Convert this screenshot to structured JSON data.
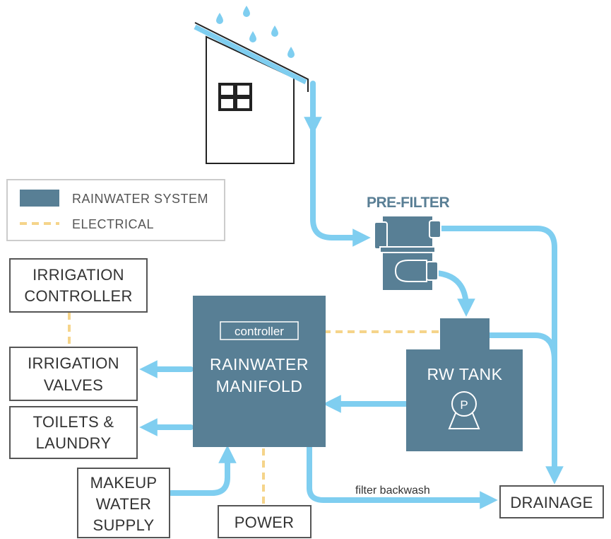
{
  "legend": {
    "rainwater_system": "RAINWATER SYSTEM",
    "electrical": "ELECTRICAL"
  },
  "colors": {
    "rainwater_system": "#587f95",
    "water_flow": "#7fcef0",
    "electrical": "#f5d48a"
  },
  "prefilter": {
    "label": "PRE-FILTER"
  },
  "manifold": {
    "line1": "RAINWATER",
    "line2": "MANIFOLD",
    "controller": "controller"
  },
  "tank": {
    "label": "RW TANK",
    "pump_symbol": "P"
  },
  "boxes": {
    "irrigation_controller": [
      "IRRIGATION",
      "CONTROLLER"
    ],
    "irrigation_valves": [
      "IRRIGATION",
      "VALVES"
    ],
    "toilets_laundry": [
      "TOILETS &",
      "LAUNDRY"
    ],
    "makeup_water": [
      "MAKEUP",
      "WATER",
      "SUPPLY"
    ],
    "power": "POWER",
    "drainage": "DRAINAGE"
  },
  "flow_labels": {
    "filter_backwash": "filter backwash"
  },
  "icons": [
    "house-icon",
    "raindrop-icon",
    "pump-icon",
    "arrow-icon"
  ]
}
